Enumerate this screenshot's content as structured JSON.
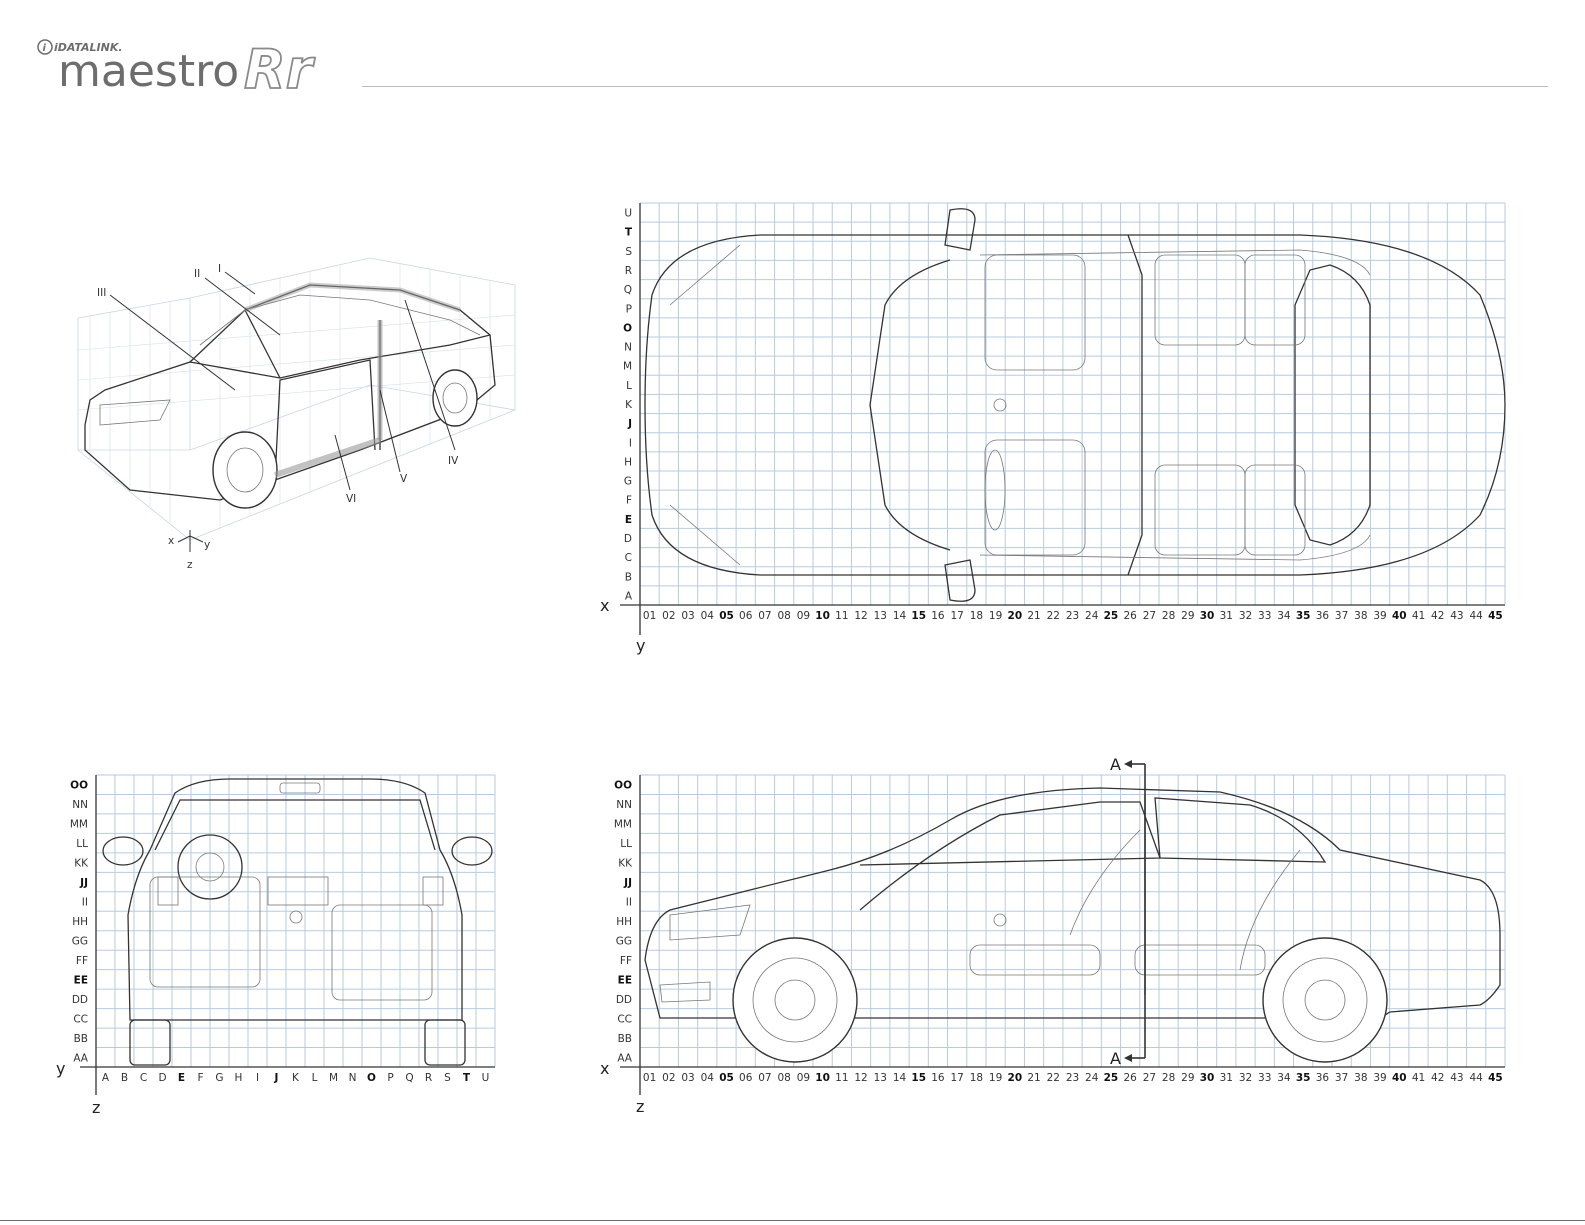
{
  "brand": {
    "small": "iDATALINK.",
    "name": "maestro",
    "suffix": "Rr",
    "colors": {
      "name": "#6d6d6d",
      "suffix": "#8a8a8a",
      "rule": "#bdbdbd"
    }
  },
  "perspective_view": {
    "zone_labels": [
      "I",
      "II",
      "III",
      "IV",
      "V",
      "VI"
    ],
    "axes": {
      "x": "x",
      "y": "y",
      "z": "z"
    }
  },
  "top_view": {
    "row_labels": [
      "U",
      "T",
      "S",
      "R",
      "Q",
      "P",
      "O",
      "N",
      "M",
      "L",
      "K",
      "J",
      "I",
      "H",
      "G",
      "F",
      "E",
      "D",
      "C",
      "B",
      "A"
    ],
    "bold_rows": [
      "T",
      "O",
      "J",
      "E"
    ],
    "col_labels": [
      "01",
      "02",
      "03",
      "04",
      "05",
      "06",
      "07",
      "08",
      "09",
      "10",
      "11",
      "12",
      "13",
      "14",
      "15",
      "16",
      "17",
      "18",
      "19",
      "20",
      "21",
      "22",
      "23",
      "24",
      "25",
      "26",
      "27",
      "28",
      "29",
      "30",
      "31",
      "32",
      "33",
      "34",
      "35",
      "36",
      "37",
      "38",
      "39",
      "40",
      "41",
      "42",
      "43",
      "44",
      "45"
    ],
    "bold_cols": [
      "05",
      "10",
      "15",
      "20",
      "25",
      "30",
      "35",
      "40",
      "45"
    ],
    "axis_x": "x",
    "axis_y": "y"
  },
  "front_view": {
    "row_labels": [
      "OO",
      "NN",
      "MM",
      "LL",
      "KK",
      "JJ",
      "II",
      "HH",
      "GG",
      "FF",
      "EE",
      "DD",
      "CC",
      "BB",
      "AA"
    ],
    "bold_rows": [
      "OO",
      "JJ",
      "EE"
    ],
    "col_labels": [
      "A",
      "B",
      "C",
      "D",
      "E",
      "F",
      "G",
      "H",
      "I",
      "J",
      "K",
      "L",
      "M",
      "N",
      "O",
      "P",
      "Q",
      "R",
      "S",
      "T",
      "U"
    ],
    "bold_cols": [
      "E",
      "J",
      "O",
      "T"
    ],
    "axis_y": "y",
    "axis_z": "z"
  },
  "side_view": {
    "row_labels": [
      "OO",
      "NN",
      "MM",
      "LL",
      "KK",
      "JJ",
      "II",
      "HH",
      "GG",
      "FF",
      "EE",
      "DD",
      "CC",
      "BB",
      "AA"
    ],
    "bold_rows": [
      "OO",
      "JJ",
      "EE"
    ],
    "col_labels": [
      "01",
      "02",
      "03",
      "04",
      "05",
      "06",
      "07",
      "08",
      "09",
      "10",
      "11",
      "12",
      "13",
      "14",
      "15",
      "16",
      "17",
      "18",
      "19",
      "20",
      "21",
      "22",
      "23",
      "24",
      "25",
      "26",
      "27",
      "28",
      "29",
      "30",
      "31",
      "32",
      "33",
      "34",
      "35",
      "36",
      "37",
      "38",
      "39",
      "40",
      "41",
      "42",
      "43",
      "44",
      "45"
    ],
    "bold_cols": [
      "05",
      "10",
      "15",
      "20",
      "25",
      "30",
      "35",
      "40",
      "45"
    ],
    "axis_x": "x",
    "axis_z": "z",
    "section_marker": "A"
  }
}
